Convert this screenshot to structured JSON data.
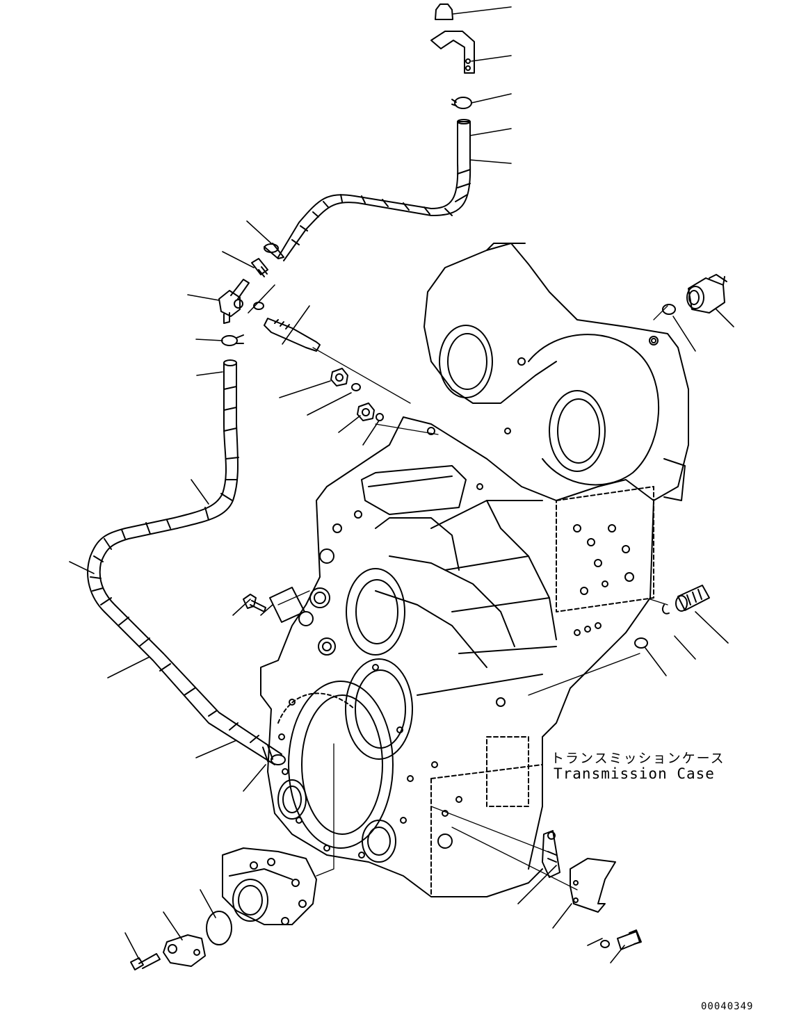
{
  "labels": {
    "case_jp": "トランスミッションケース",
    "case_en": "Transmission Case"
  },
  "drawing_number": "00040349"
}
